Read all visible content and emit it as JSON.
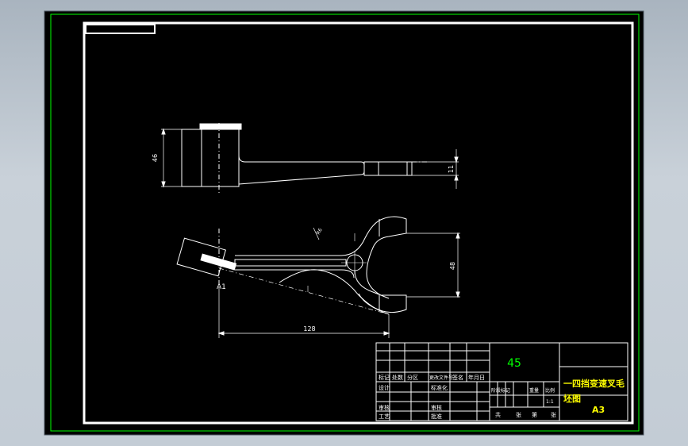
{
  "drawing": {
    "material": "45",
    "title_line1": "一四挡变速叉毛",
    "title_line2": "坯图",
    "sheet_size": "A3",
    "scale": "1:1"
  },
  "dimensions": {
    "front_height": "46",
    "front_shaft_dia": "11",
    "plan_fork_width": "48",
    "plan_length": "128",
    "section_label": "A1",
    "arm_label": "R6"
  },
  "title_block": {
    "header_cells": [
      "标记",
      "处数",
      "分区",
      "更改文件号",
      "签名",
      "年月日"
    ],
    "left_rows": [
      "设计",
      "审核",
      "工艺"
    ],
    "mid_rows": [
      "标准化",
      "审核",
      "批准"
    ],
    "stage_cells": [
      "阶段标记",
      "重量",
      "比例"
    ],
    "sheet_cells": [
      "共",
      "张",
      "第",
      "张"
    ]
  },
  "colors": {
    "background": "#000000",
    "geometry": "#ffffff",
    "frame": "#00ff00",
    "material_text": "#00ff00",
    "title_text": "#ffff00"
  }
}
